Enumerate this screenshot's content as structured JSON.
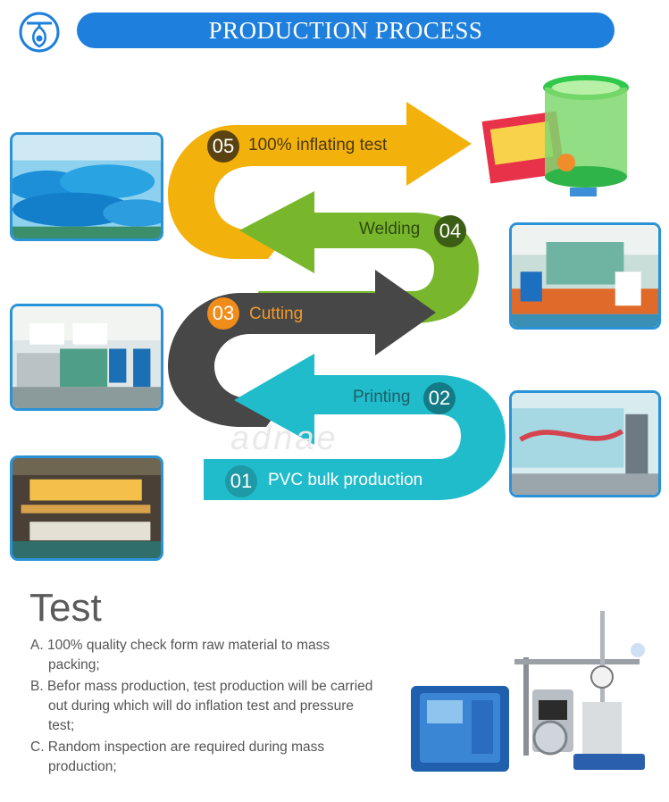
{
  "header": {
    "title": "PRODUCTION PROCESS"
  },
  "steps": [
    {
      "number": "05",
      "label": "100% inflating test",
      "color": "#f4b30c"
    },
    {
      "number": "04",
      "label": "Welding",
      "color": "#76b72a"
    },
    {
      "number": "03",
      "label": "Cutting",
      "color": "#4a4a4a"
    },
    {
      "number": "02",
      "label": "Printing",
      "color": "#1cb8c6"
    },
    {
      "number": "01",
      "label": "PVC bulk production",
      "color": "#2bc4cf"
    }
  ],
  "watermark": "adnae",
  "test": {
    "title": "Test",
    "items": [
      "A. 100% quality check form raw material to mass packing;",
      "B. Befor mass production, test production will be carried out during which will do inflation test and pressure test;",
      "C. Random inspection are required during mass production;"
    ]
  },
  "icons": [
    "logo-icon"
  ]
}
